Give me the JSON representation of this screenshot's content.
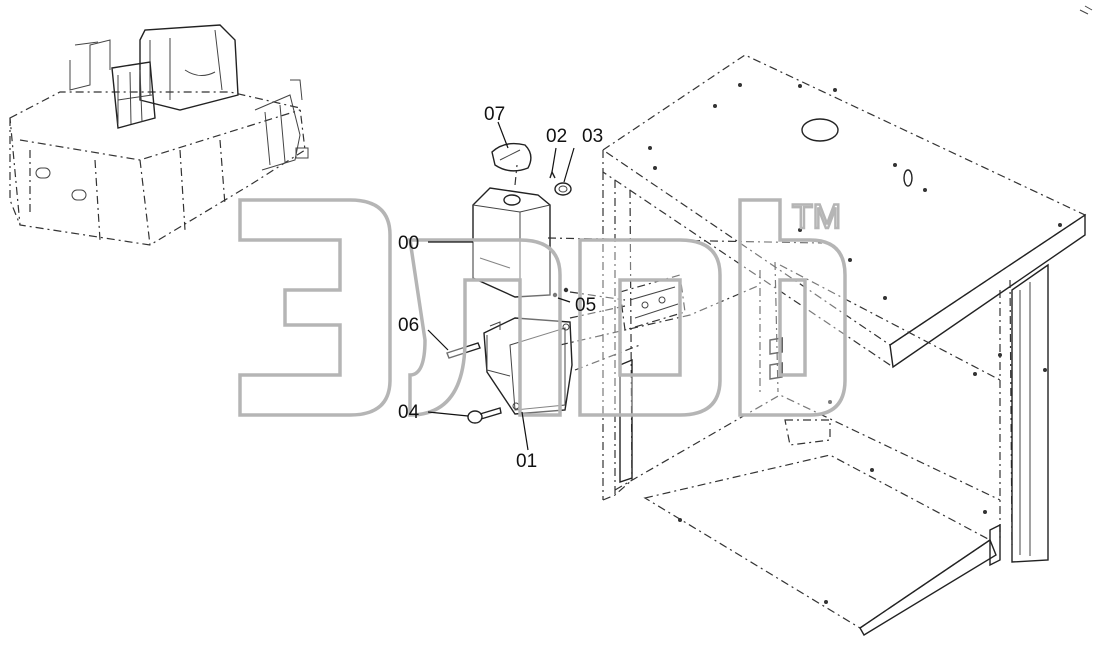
{
  "diagram": {
    "callouts": [
      {
        "id": "00",
        "label": "00"
      },
      {
        "id": "01",
        "label": "01"
      },
      {
        "id": "02",
        "label": "02"
      },
      {
        "id": "03",
        "label": "03"
      },
      {
        "id": "04",
        "label": "04"
      },
      {
        "id": "05",
        "label": "05"
      },
      {
        "id": "06",
        "label": "06"
      },
      {
        "id": "07",
        "label": "07"
      }
    ]
  },
  "watermark": {
    "trademark": "TM",
    "logo_text": "элеб"
  },
  "colors": {
    "line": "#222222",
    "watermark": "#b5b5b5",
    "background": "#ffffff"
  }
}
